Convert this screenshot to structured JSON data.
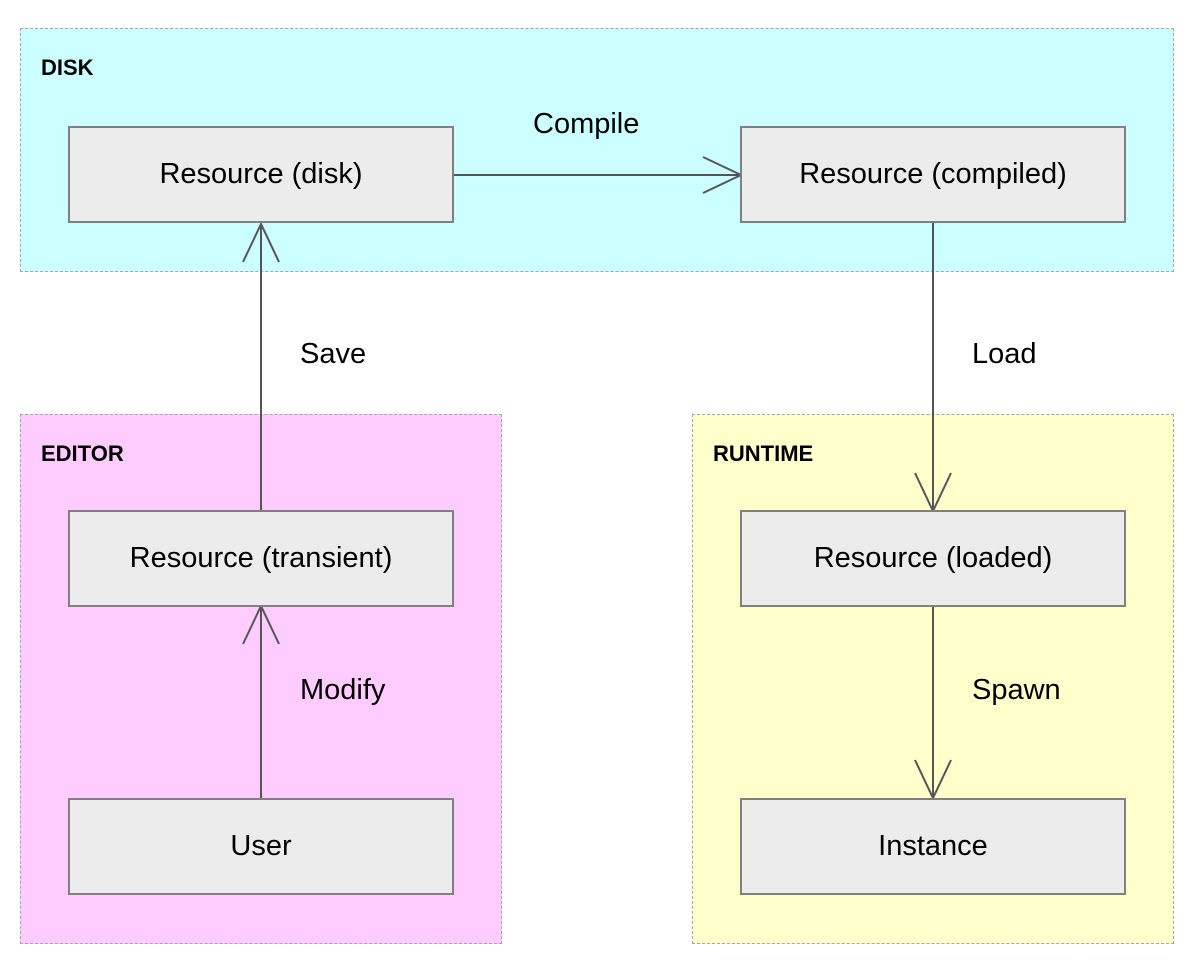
{
  "regions": {
    "disk": "DISK",
    "editor": "EDITOR",
    "runtime": "RUNTIME"
  },
  "nodes": {
    "resource_disk": "Resource (disk)",
    "resource_compiled": "Resource (compiled)",
    "resource_transient": "Resource (transient)",
    "user": "User",
    "resource_loaded": "Resource (loaded)",
    "instance": "Instance"
  },
  "edges": {
    "compile": "Compile",
    "save": "Save",
    "modify": "Modify",
    "load": "Load",
    "spawn": "Spawn"
  },
  "colors": {
    "disk_region": "#ccffff",
    "editor_region": "#ffccff",
    "runtime_region": "#ffffcc",
    "node_fill": "#ececec",
    "line": "#555555"
  }
}
